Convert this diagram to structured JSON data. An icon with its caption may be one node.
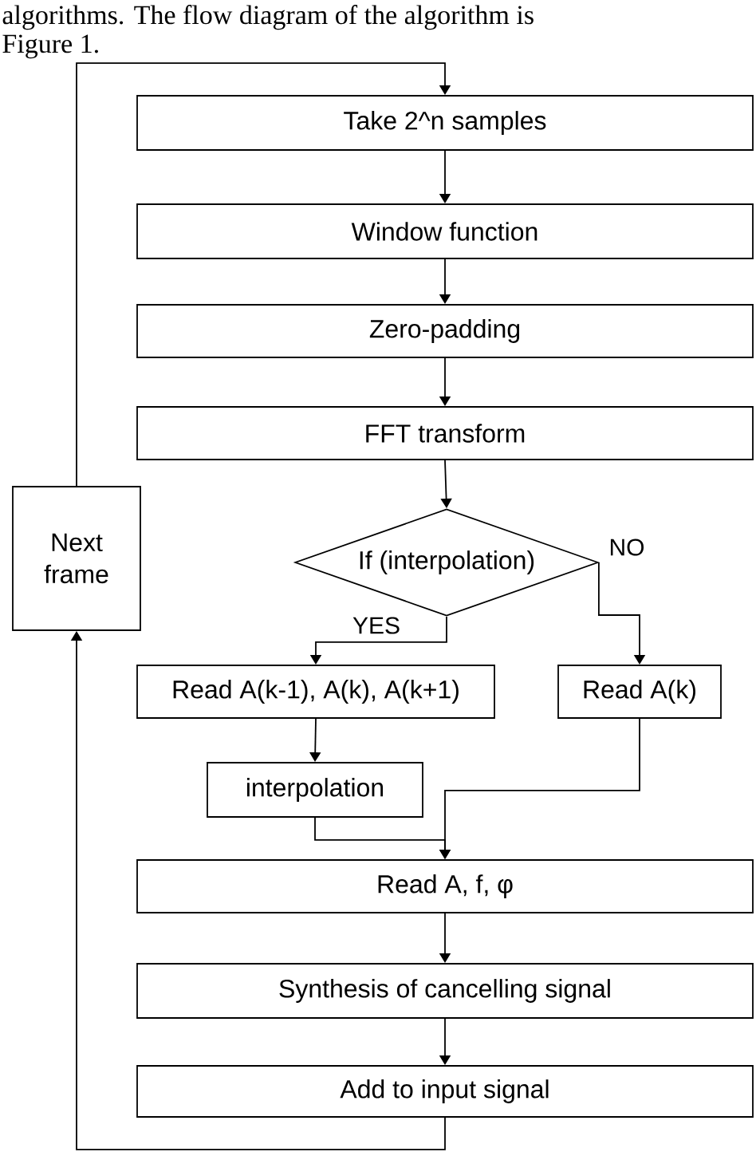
{
  "diagram": {
    "nodes": [
      {
        "text": [
          "Take 2^n samples"
        ]
      },
      {
        "text": [
          "Window function"
        ]
      },
      {
        "text": [
          "Zero-padding"
        ]
      },
      {
        "text": [
          "FFT transform"
        ]
      },
      {
        "text": [
          "If (interpolation)"
        ]
      },
      {
        "text": [
          "Read A(k-1), A(k), A(k+1)"
        ]
      },
      {
        "text": [
          "Read A(k)"
        ]
      },
      {
        "text": [
          "interpolation"
        ]
      },
      {
        "text": [
          "Read A, f, φ"
        ]
      },
      {
        "text": [
          "Synthesis of cancelling signal"
        ]
      },
      {
        "text": [
          "Add to input signal"
        ]
      },
      {
        "text": [
          "Next frame"
        ]
      }
    ],
    "edges": [
      {
        "from": 0,
        "to": 1,
        "arrow": "to"
      },
      {
        "from": 1,
        "to": 2,
        "arrow": "to"
      },
      {
        "from": 2,
        "to": 3,
        "arrow": "to"
      },
      {
        "from": 3,
        "to": 4,
        "arrow": "to"
      },
      {
        "from": 4,
        "to": 5,
        "arrow": "to",
        "label": "YES"
      },
      {
        "from": 4,
        "to": 6,
        "arrow": "to",
        "label": "NO"
      },
      {
        "from": 5,
        "to": 7,
        "arrow": "to"
      },
      {
        "from": 7,
        "to": 8,
        "arrow": "to"
      },
      {
        "from": 6,
        "to": 8,
        "arrow": "to"
      },
      {
        "from": 8,
        "to": 9,
        "arrow": "to"
      },
      {
        "from": 9,
        "to": 10,
        "arrow": "to"
      },
      {
        "from": 10,
        "to": 11,
        "arrow": "to"
      },
      {
        "from": 11,
        "to": 0,
        "arrow": "to"
      }
    ],
    "labels": [
      "algorithms. The flow diagram of the algorithm is",
      "Figure 1."
    ]
  }
}
